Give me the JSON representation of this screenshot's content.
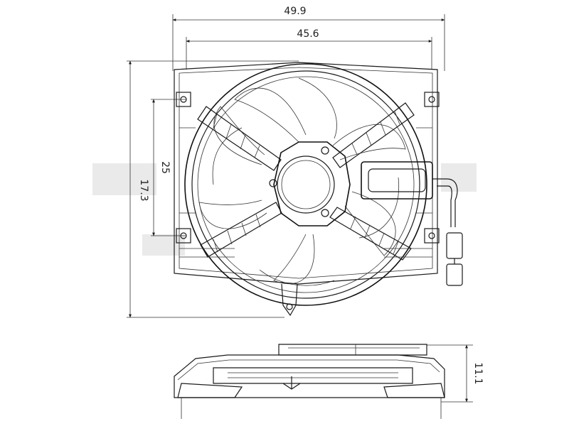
{
  "dimensions": {
    "overall_width": "49.9",
    "shroud_width": "45.6",
    "overall_height": "17.3",
    "mount_spacing": "25",
    "depth": "11.1"
  },
  "icons": {
    "dim_arrow": "arrowhead",
    "mount_hole": "bolt-hole-icon"
  }
}
